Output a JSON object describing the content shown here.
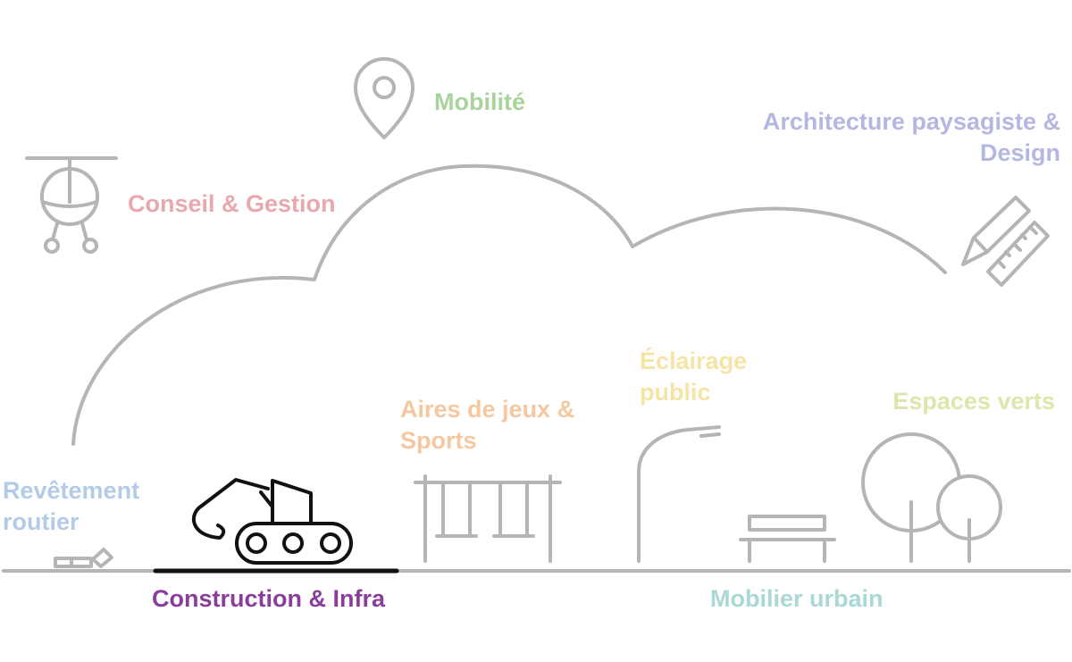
{
  "colors": {
    "line": "#b5b5b5",
    "active_line": "#111111",
    "ground": "#b5b5b5",
    "active_ground": "#111111"
  },
  "categories": {
    "mobilite": {
      "lines": [
        "Mobilité"
      ],
      "color": "#a9d39a",
      "icon": "map-pin-icon"
    },
    "conseil": {
      "lines": [
        "Conseil & Gestion"
      ],
      "color": "#e8a8ae",
      "icon": "helicopter-icon"
    },
    "architecture": {
      "lines": [
        "Architecture paysagiste &",
        "Design"
      ],
      "color": "#b5b7e3",
      "icon": "pencil-ruler-icon"
    },
    "revetement": {
      "lines": [
        "Revêtement",
        "routier"
      ],
      "color": "#b4cbe8",
      "icon": "paving-stones-icon"
    },
    "construction": {
      "lines": [
        "Construction & Infra"
      ],
      "color": "#8a3d9a",
      "icon": "excavator-icon",
      "active": true
    },
    "aires": {
      "lines": [
        "Aires de jeux &",
        "Sports"
      ],
      "color": "#f5c8a2",
      "icon": "swing-set-icon"
    },
    "eclairage": {
      "lines": [
        "Éclairage",
        "public"
      ],
      "color": "#f6e4a6",
      "icon": "street-lamp-icon"
    },
    "mobilier": {
      "lines": [
        "Mobilier urbain"
      ],
      "color": "#a9d8d6",
      "icon": "bench-icon"
    },
    "espaces": {
      "lines": [
        "Espaces verts"
      ],
      "color": "#dfe6ac",
      "icon": "trees-icon"
    }
  }
}
